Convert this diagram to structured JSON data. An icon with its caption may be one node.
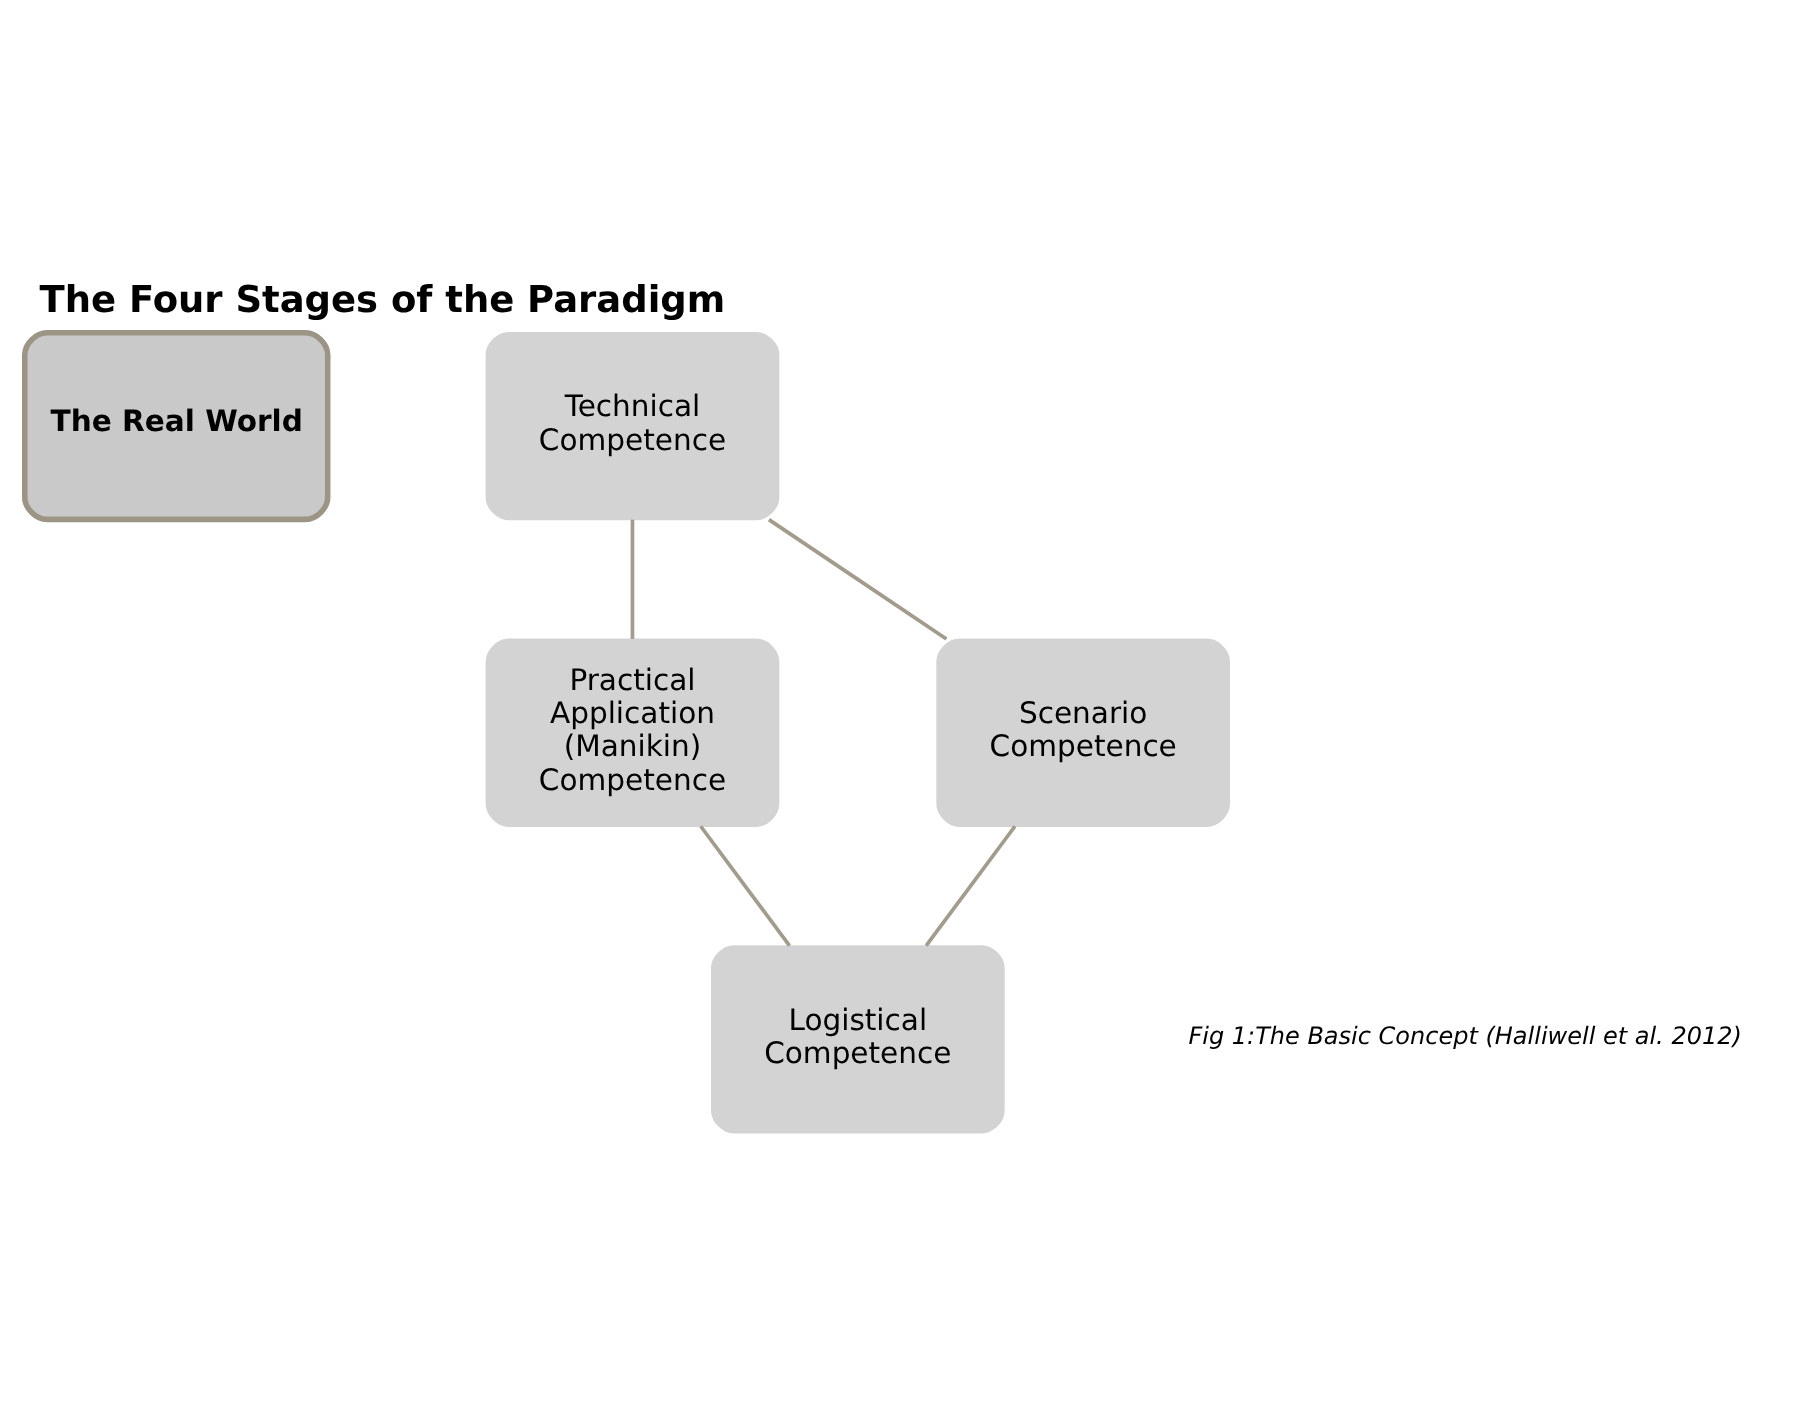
{
  "diagram": {
    "title": "The Four Stages of the Paradigm",
    "nodes": [
      {
        "text": [
          "The Real World"
        ]
      },
      {
        "text": [
          "Technical Competence"
        ]
      },
      {
        "text": [
          "Practical Application (Manikin) Competence"
        ]
      },
      {
        "text": [
          "Logistical Competence"
        ]
      },
      {
        "text": [
          "Scenario Competence"
        ]
      }
    ],
    "edges": [
      {
        "from": 1,
        "to": 2,
        "arrow": "none",
        "color": "#a39b8c"
      },
      {
        "from": 2,
        "to": 3,
        "arrow": "none",
        "color": "#a39b8c"
      },
      {
        "from": 3,
        "to": 4,
        "arrow": "none",
        "color": "#a39b8c"
      },
      {
        "from": 4,
        "to": 1,
        "arrow": "none",
        "color": "#a39b8c"
      }
    ],
    "labels": [
      "Fig 1:The Basic Concept (Halliwell et al. 2012)"
    ]
  }
}
